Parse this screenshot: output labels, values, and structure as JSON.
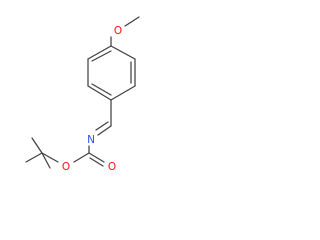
{
  "molecule": {
    "atoms": {
      "methoxy_oxygen": {
        "symbol": "O",
        "color": "#ff0d0d"
      },
      "imine_nitrogen": {
        "symbol": "N",
        "color": "#3050f8"
      },
      "ester_oxygen": {
        "symbol": "O",
        "color": "#ff0d0d"
      },
      "carbonyl_oxygen": {
        "symbol": "O",
        "color": "#ff0d0d"
      }
    },
    "bond_color": "#404040",
    "background": "#ffffff"
  }
}
